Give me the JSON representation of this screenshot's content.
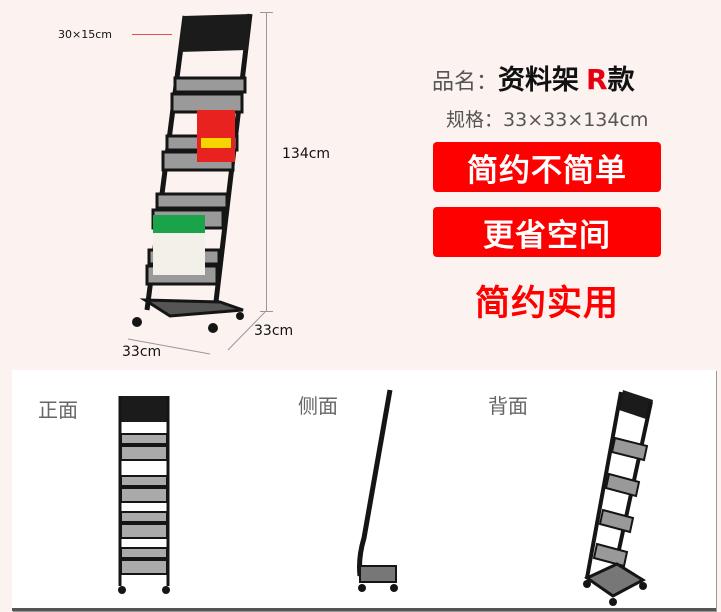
{
  "product": {
    "name_label": "品名：",
    "name_value": "资料架",
    "name_model": "R",
    "name_suffix": "款",
    "spec_label": "规格：",
    "spec_value": "33×33×134cm"
  },
  "badges": [
    {
      "text": "简约不简单",
      "style": "red-box"
    },
    {
      "text": "更省空间",
      "style": "red-box"
    },
    {
      "text": "简约实用",
      "style": "red-text"
    }
  ],
  "dimensions": {
    "header_size": "30×15cm",
    "height": "134cm",
    "depth": "33cm",
    "width": "33cm"
  },
  "views": [
    {
      "label": "正面"
    },
    {
      "label": "侧面"
    },
    {
      "label": "背面"
    }
  ],
  "colors": {
    "background": "#fcf3f1",
    "accent_red": "#ff0000",
    "rack_black": "#151515",
    "mesh_gray": "#8a8a8a"
  }
}
